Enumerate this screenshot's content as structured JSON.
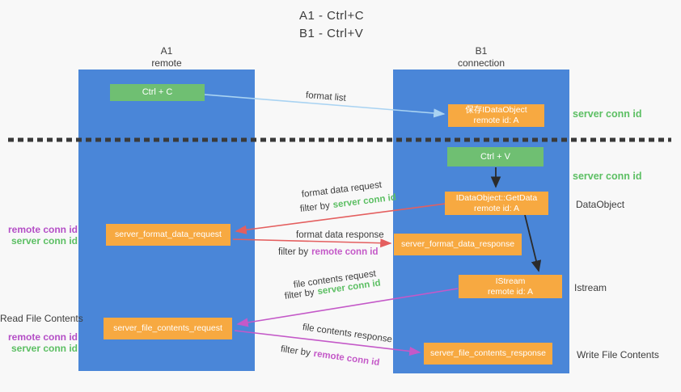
{
  "title": {
    "line1": "A1 - Ctrl+C",
    "line2": "B1 - Ctrl+V"
  },
  "lanes": {
    "left": {
      "id": "A1",
      "role": "remote"
    },
    "right": {
      "id": "B1",
      "role": "connection"
    }
  },
  "nodes": {
    "ctrl_c": {
      "label": "Ctrl + C"
    },
    "ctrl_v": {
      "label": "Ctrl + V"
    },
    "save_idataobject": {
      "line1": "保存IDataObject",
      "line2": "remote id: A"
    },
    "getdata": {
      "line1": "IDataObject::GetData",
      "line2": "remote id: A"
    },
    "istream": {
      "line1": "IStream",
      "line2": "remote id: A"
    },
    "server_format_data_request": {
      "label": "server_format_data_request"
    },
    "server_format_data_response": {
      "label": "server_format_data_response"
    },
    "server_file_contents_request": {
      "label": "server_file_contents_request"
    },
    "server_file_contents_response": {
      "label": "server_file_contents_response"
    }
  },
  "edge_labels": {
    "format_list": "format list",
    "format_data_request": "format data request",
    "format_data_response": "format data response",
    "file_contents_request": "file contents request",
    "file_contents_response": "file contents response",
    "filter_by": "filter by",
    "server_conn_id": "server conn id",
    "remote_conn_id": "remote conn id"
  },
  "margin_labels": {
    "server_conn_id_top": "server conn id",
    "server_conn_id_mid": "server conn id",
    "dataobject": "DataObject",
    "istream": "Istream",
    "write_file_contents": "Write File Contents",
    "read_file_contents": "Read File Contents",
    "remote_conn_id": "remote conn id",
    "server_conn_id": "server conn id"
  },
  "colors": {
    "background": "#f8f8f8",
    "lane_blue": "#4a86d8",
    "node_orange": "#f7a941",
    "node_green": "#6fbf72",
    "arrow_light_blue": "#a9d3f2",
    "arrow_red": "#e45f5f",
    "arrow_magenta": "#c459c8",
    "arrow_black": "#2b2b2b",
    "text_green": "#5cbf63",
    "text_purple": "#b44ec6",
    "text_dark": "#3c3c3c"
  }
}
